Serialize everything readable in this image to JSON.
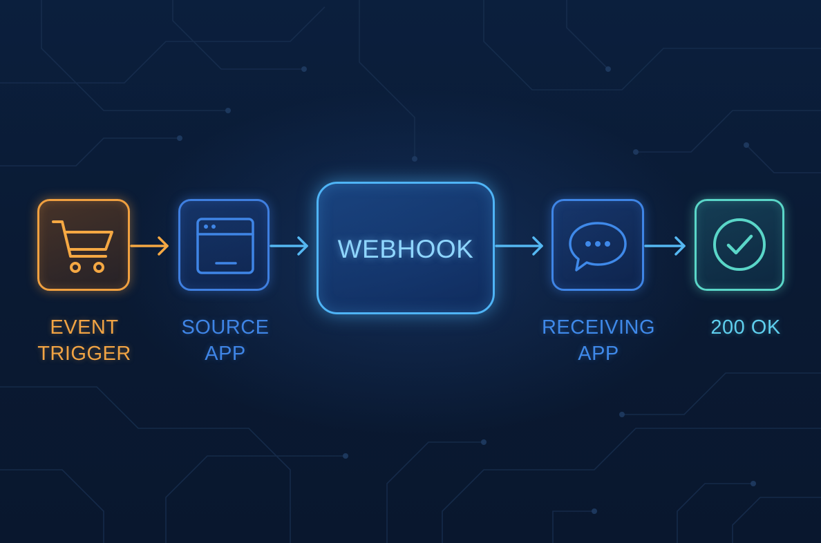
{
  "diagram": {
    "nodes": [
      {
        "id": "event",
        "label_lines": [
          "EVENT",
          "TRIGGER"
        ],
        "icon": "shopping-cart-icon",
        "color": "#f0a040"
      },
      {
        "id": "source",
        "label_lines": [
          "SOURCE",
          "APP"
        ],
        "icon": "browser-window-icon",
        "color": "#3f7fe0"
      },
      {
        "id": "webhook",
        "label": "WEBHOOK",
        "color": "#4fb4f6"
      },
      {
        "id": "receiving",
        "label_lines": [
          "RECEIVING",
          "APP"
        ],
        "icon": "chat-bubble-icon",
        "color": "#3f85e6"
      },
      {
        "id": "ok",
        "label_lines": [
          "200 OK"
        ],
        "icon": "check-circle-icon",
        "color": "#5ad6c8"
      }
    ],
    "edges": [
      {
        "from": "event",
        "to": "source"
      },
      {
        "from": "source",
        "to": "webhook"
      },
      {
        "from": "webhook",
        "to": "receiving"
      },
      {
        "from": "receiving",
        "to": "ok"
      }
    ],
    "background_color": "#0a1a33"
  }
}
